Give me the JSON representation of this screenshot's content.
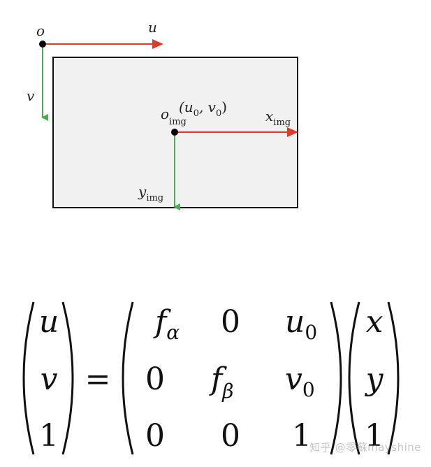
{
  "diagram": {
    "origin_label": "o",
    "u_axis_label": "u",
    "v_axis_label": "v",
    "img_origin_base": "o",
    "img_sub": "img",
    "principal_point_label": "(u",
    "principal_point_u_sub": "0",
    "principal_point_mid": ", v",
    "principal_point_v_sub": "0",
    "principal_point_close": ")",
    "x_img_base": "x",
    "y_img_base": "y",
    "colors": {
      "u_axis": "#e0392b",
      "v_axis": "#4caa55",
      "image_fill": "#f1f1f1",
      "image_border": "#111111"
    }
  },
  "equation": {
    "lhs": [
      "u",
      "v",
      "1"
    ],
    "equals": "=",
    "matrix": [
      [
        {
          "base": "f",
          "sub": "α"
        },
        {
          "base": "0"
        },
        {
          "base": "u",
          "sub": "0"
        }
      ],
      [
        {
          "base": "0"
        },
        {
          "base": "f",
          "sub": "β"
        },
        {
          "base": "v",
          "sub": "0"
        }
      ],
      [
        {
          "base": "0"
        },
        {
          "base": "0"
        },
        {
          "base": "1"
        }
      ]
    ],
    "rhs": [
      "x",
      "y",
      "1"
    ]
  },
  "watermark": "知乎 @零蘇mayshine"
}
